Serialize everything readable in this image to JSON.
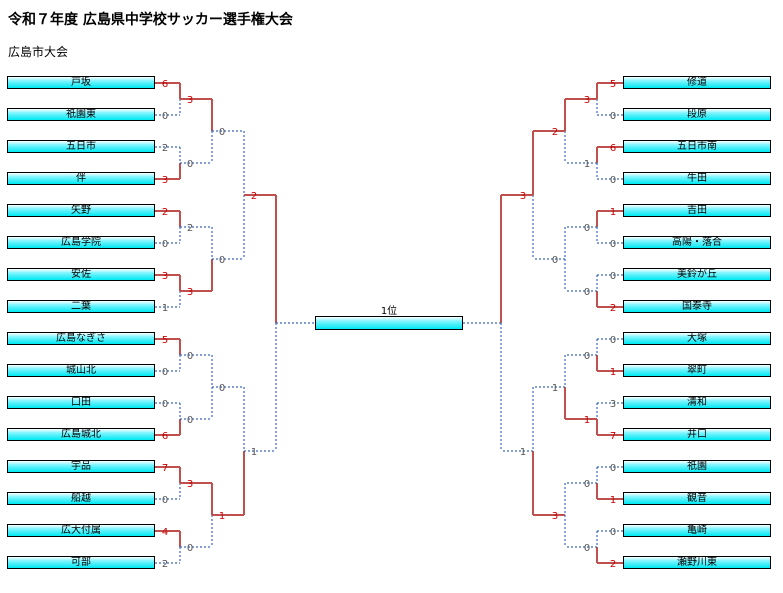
{
  "title": "令和７年度 広島県中学校サッカー選手権大会",
  "subtitle": "広島市大会",
  "final": {
    "label": "1位"
  },
  "left": {
    "teams": [
      "戸坂",
      "祇園東",
      "五日市",
      "伴",
      "矢野",
      "広島学院",
      "安佐",
      "二葉",
      "広島なぎさ",
      "城山北",
      "口田",
      "広島城北",
      "宇品",
      "船越",
      "広大付属",
      "可部"
    ],
    "r1": [
      [
        6,
        0
      ],
      [
        2,
        3
      ],
      [
        2,
        0
      ],
      [
        3,
        1
      ],
      [
        5,
        0
      ],
      [
        0,
        6
      ],
      [
        7,
        0
      ],
      [
        4,
        2
      ]
    ],
    "r2": [
      [
        3,
        0
      ],
      [
        2,
        3
      ],
      [
        0,
        0
      ],
      [
        3,
        0
      ]
    ],
    "r3": [
      [
        0,
        0
      ],
      [
        0,
        1
      ]
    ],
    "r4": [
      2,
      1
    ]
  },
  "right": {
    "teams": [
      "修道",
      "段原",
      "五日市南",
      "牛田",
      "吉田",
      "高陽・落合",
      "美鈴が丘",
      "国泰寺",
      "大塚",
      "翠町",
      "清和",
      "井口",
      "祇園",
      "観音",
      "亀崎",
      "瀬野川東"
    ],
    "r1": [
      [
        5,
        0
      ],
      [
        6,
        0
      ],
      [
        1,
        0
      ],
      [
        0,
        2
      ],
      [
        0,
        1
      ],
      [
        3,
        7
      ],
      [
        0,
        1
      ],
      [
        0,
        2
      ]
    ],
    "r2": [
      [
        3,
        1
      ],
      [
        0,
        0
      ],
      [
        0,
        1
      ],
      [
        0,
        0
      ]
    ],
    "r3": [
      [
        2,
        0
      ],
      [
        1,
        3
      ]
    ],
    "r4": [
      3,
      1
    ]
  }
}
